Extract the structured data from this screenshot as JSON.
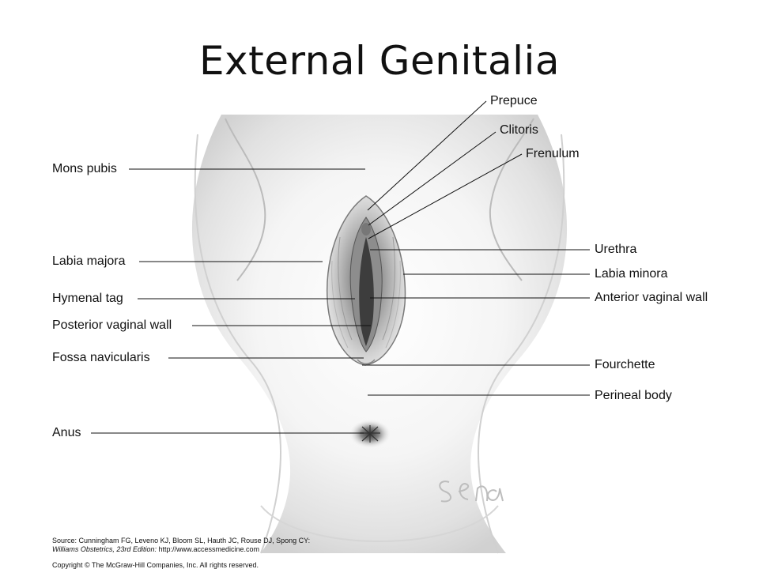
{
  "title": "External Genitalia",
  "labels": {
    "prepuce": "Prepuce",
    "clitoris": "Clitoris",
    "frenulum": "Frenulum",
    "mons_pubis": "Mons pubis",
    "labia_majora": "Labia majora",
    "hymenal_tag": "Hymenal tag",
    "posterior_vaginal_wall": "Posterior vaginal wall",
    "fossa_navicularis": "Fossa navicularis",
    "anus": "Anus",
    "urethra": "Urethra",
    "labia_minora": "Labia minora",
    "anterior_vaginal_wall": "Anterior vaginal wall",
    "fourchette": "Fourchette",
    "perineal_body": "Perineal body"
  },
  "signature": "Sena",
  "source": {
    "line1": "Source: Cunningham FG, Leveno KJ, Bloom SL, Hauth JC, Rouse DJ, Spong CY:",
    "line2_italic": "Williams Obstetrics, 23rd Edition:",
    "line2_url": " http://www.accessmedicine.com",
    "copyright": "Copyright © The McGraw-Hill Companies, Inc. All rights reserved."
  },
  "colors": {
    "illustration_shade": "#b9b9b9",
    "leader_line": "#111111"
  }
}
